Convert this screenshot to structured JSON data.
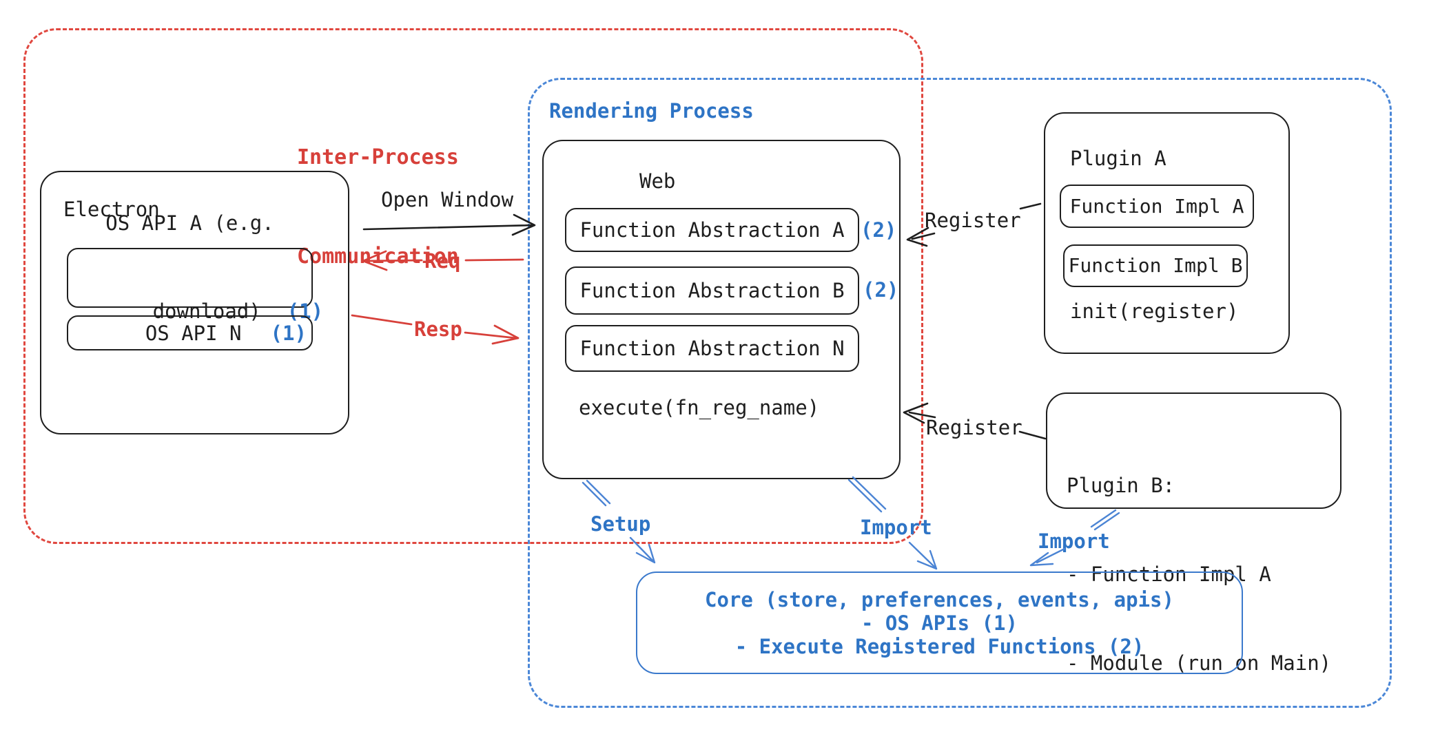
{
  "diagram": {
    "ipc_box": {
      "label_line1": "Inter-Process",
      "label_line2": "Communication"
    },
    "rendering_box": {
      "label": "Rendering Process"
    },
    "electron": {
      "title": "Electron",
      "os_api_a": "OS API A (e.g.",
      "os_api_a_cont": "download)",
      "os_api_a_ref": "(1)",
      "os_api_n": "OS API N",
      "os_api_n_ref": "(1)"
    },
    "web": {
      "title": "Web",
      "fa_a": "Function Abstraction A",
      "fa_a_ref": "(2)",
      "fa_b": "Function Abstraction B",
      "fa_b_ref": "(2)",
      "fa_n": "Function Abstraction N",
      "execute_fn": "execute(fn_reg_name)"
    },
    "plugin_a": {
      "title": "Plugin A",
      "impl_a": "Function Impl A",
      "impl_b": "Function Impl B",
      "init_fn": "init(register)"
    },
    "plugin_b": {
      "title": "Plugin B:",
      "item1": "- Function Impl A",
      "item2": "- Module (run on Main)"
    },
    "core": {
      "line1": "Core (store, preferences, events, apis)",
      "line2": "- OS APIs (1)",
      "line3": "- Execute Registered Functions (2)"
    },
    "edges": {
      "open_window": "Open Window",
      "req": "Req",
      "resp": "Resp",
      "register_plugin_a": "Register",
      "register_plugin_b": "Register",
      "setup": "Setup",
      "import_web": "Import",
      "import_plugin_b": "Import"
    },
    "colors": {
      "red": "#e0473f",
      "blue": "#2e74c5",
      "blue_dash": "#4b87d7",
      "blue_arrow": "#4b84d4",
      "black": "#1e1e1e"
    }
  }
}
